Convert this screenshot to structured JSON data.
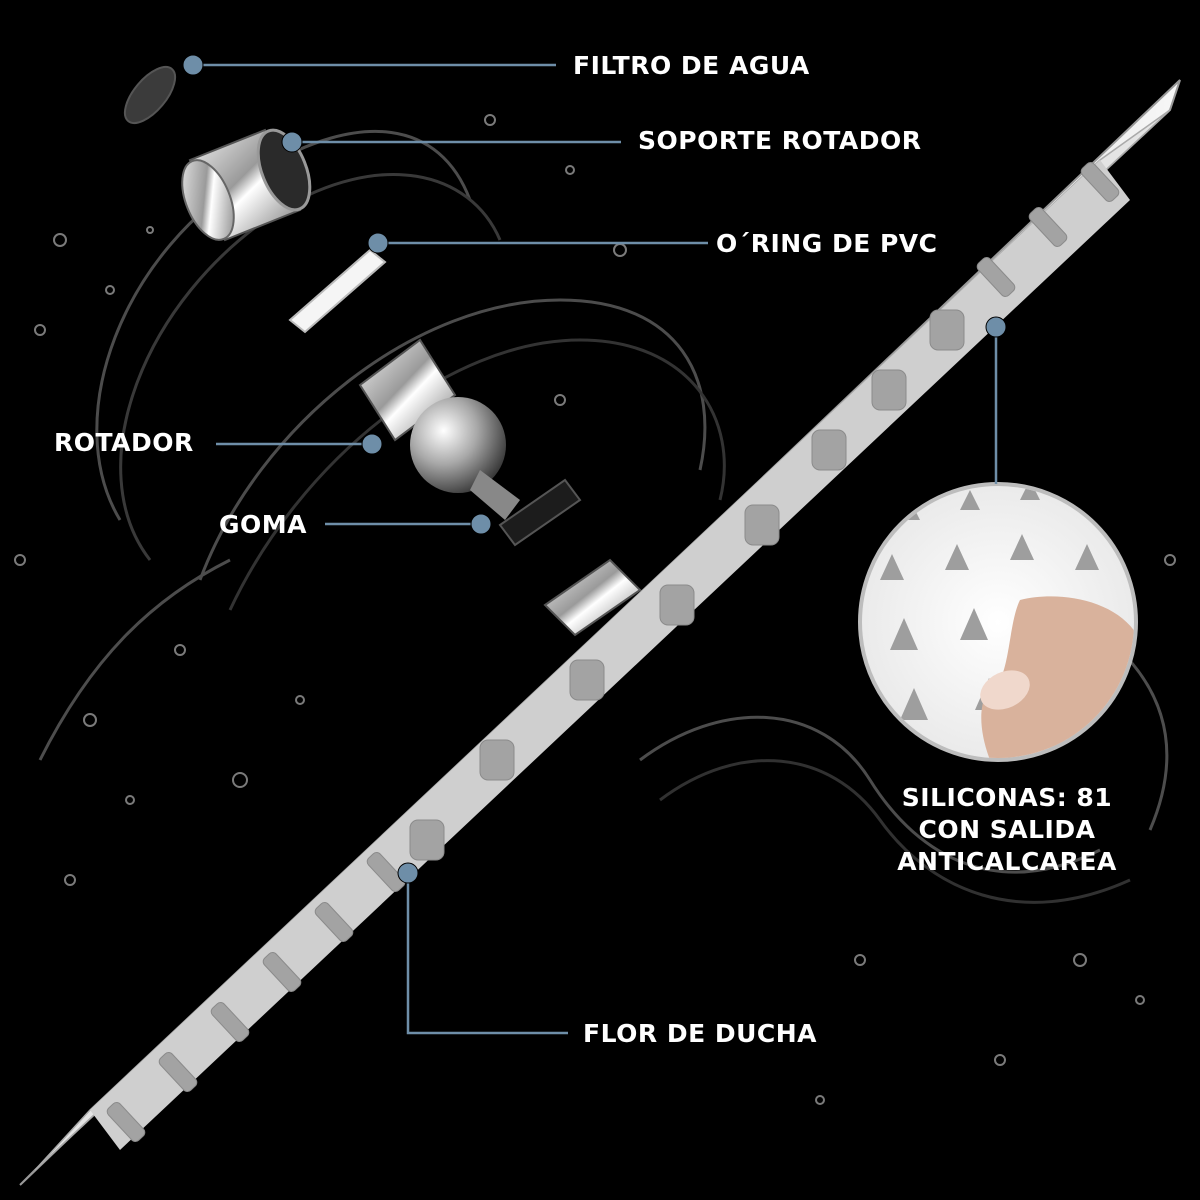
{
  "labels": {
    "filtro": "FILTRO DE AGUA",
    "soporte": "SOPORTE ROTADOR",
    "oring": "O´RING DE PVC",
    "rotador": "ROTADOR",
    "goma": "GOMA",
    "flor": "FLOR DE DUCHA",
    "silicona_1": "SILICONAS: 81",
    "silicona_2": "CON SALIDA",
    "silicona_3": "ANTICALCAREA"
  },
  "colors": {
    "background": "#000000",
    "callout": "#6e8ea8",
    "chrome": "#d8d8d8",
    "nozzle": "#a9a9a9",
    "text": "#ffffff"
  }
}
